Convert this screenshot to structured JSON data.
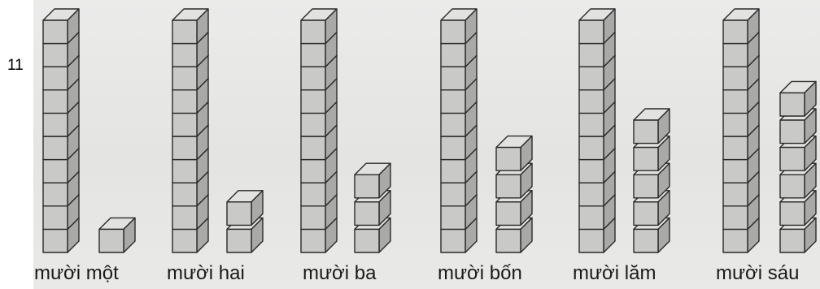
{
  "problem_number": "11",
  "cube_colors": {
    "front": "#c9c9c7",
    "top": "#e2e2e0",
    "side": "#a9a9a7",
    "edge": "#2a2a2a"
  },
  "groups": [
    {
      "label": "mười một",
      "tens": 1,
      "ones": 1
    },
    {
      "label": "mười hai",
      "tens": 1,
      "ones": 2
    },
    {
      "label": "mười ba",
      "tens": 1,
      "ones": 3
    },
    {
      "label": "mười bốn",
      "tens": 1,
      "ones": 4
    },
    {
      "label": "mười lăm",
      "tens": 1,
      "ones": 5
    },
    {
      "label": "mười sáu",
      "tens": 1,
      "ones": 6
    }
  ]
}
